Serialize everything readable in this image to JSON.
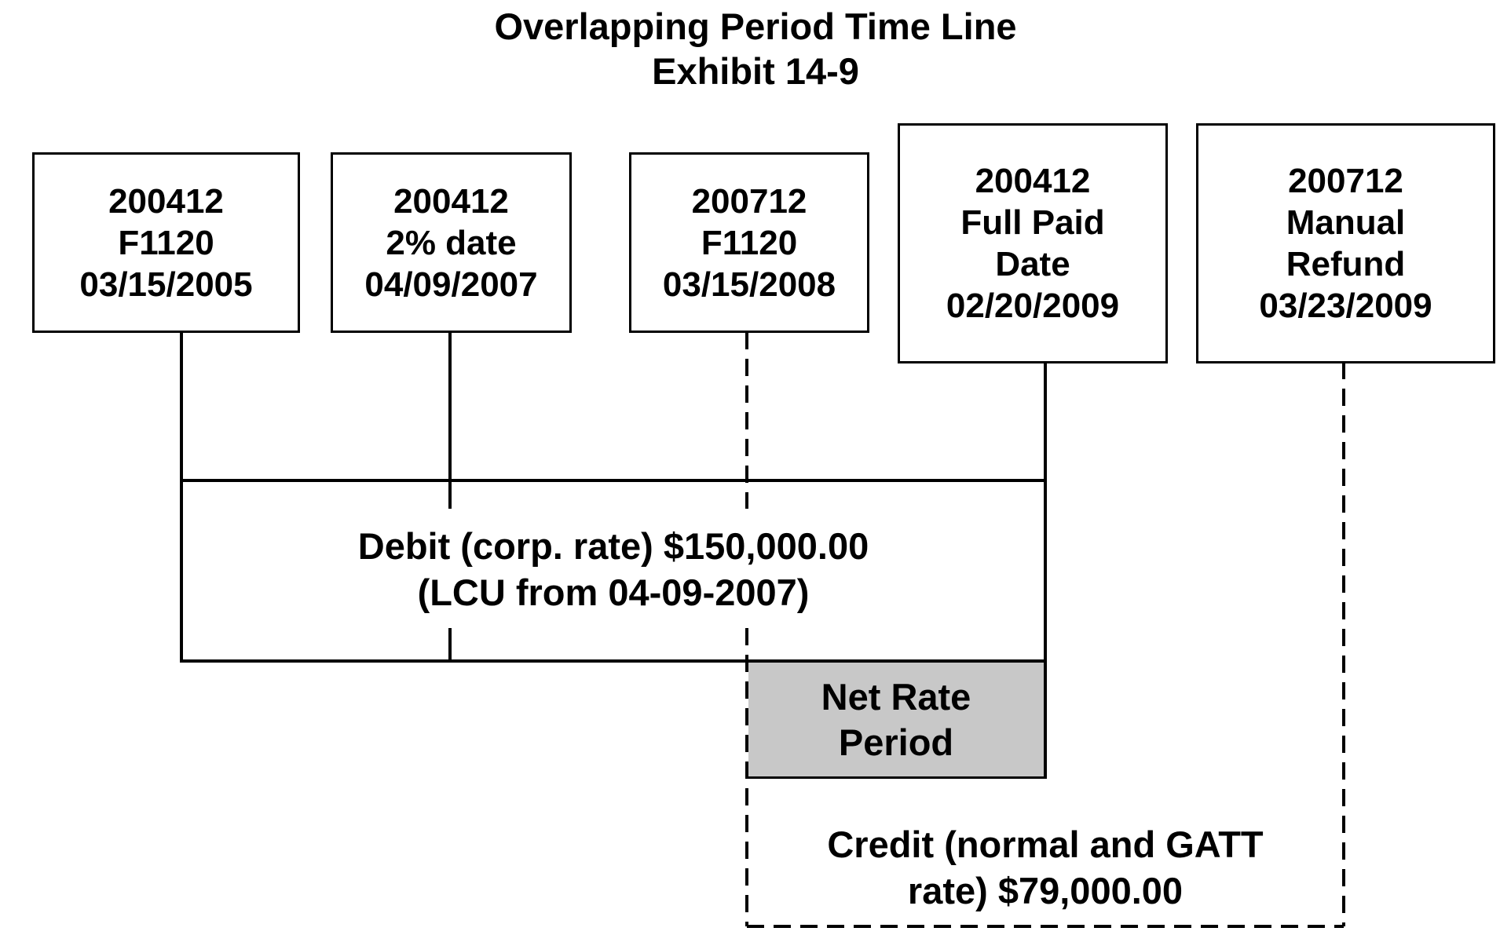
{
  "title": "Overlapping Period Time Line",
  "subtitle": "Exhibit 14-9",
  "events": [
    {
      "lines": [
        "200412",
        "F1120",
        "03/15/2005"
      ]
    },
    {
      "lines": [
        "200412",
        "2% date",
        "04/09/2007"
      ]
    },
    {
      "lines": [
        "200712",
        "F1120",
        "03/15/2008"
      ]
    },
    {
      "lines": [
        "200412",
        "Full Paid",
        "Date",
        "02/20/2009"
      ]
    },
    {
      "lines": [
        "200712",
        "Manual",
        "Refund",
        "03/23/2009"
      ]
    }
  ],
  "debit": {
    "line1": "Debit (corp. rate) $150,000.00",
    "line2": "(LCU from 04-09-2007)"
  },
  "net_rate": {
    "line1": "Net Rate",
    "line2": "Period",
    "fill_color": "#c8c8c8"
  },
  "credit": {
    "line1": "Credit (normal and GATT",
    "line2": "rate) $79,000.00"
  }
}
